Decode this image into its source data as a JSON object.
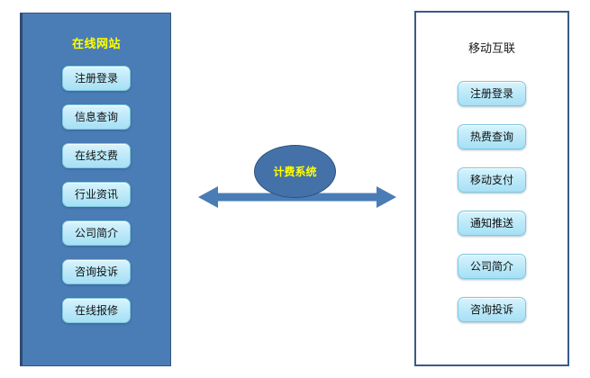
{
  "diagram": {
    "left_panel": {
      "title": "在线网站",
      "title_color": "#FFFF00",
      "fill_color": "#4A7CB5",
      "border_color": "#33557E",
      "items": [
        {
          "label": "注册登录"
        },
        {
          "label": "信息查询"
        },
        {
          "label": "在线交费"
        },
        {
          "label": "行业资讯"
        },
        {
          "label": "公司简介"
        },
        {
          "label": "咨询投诉"
        },
        {
          "label": "在线报修"
        }
      ]
    },
    "right_panel": {
      "title": "移动互联",
      "title_color": "#1A1A1A",
      "fill_color": "#FFFFFF",
      "border_color": "#3B5A87",
      "items": [
        {
          "label": "注册登录"
        },
        {
          "label": "热费查询"
        },
        {
          "label": "移动支付"
        },
        {
          "label": "通知推送"
        },
        {
          "label": "公司简介"
        },
        {
          "label": "咨询投诉"
        }
      ]
    },
    "center_hub": {
      "label": "计费系统",
      "label_color": "#FFFF00",
      "fill_color": "#4472A8",
      "border_color": "#2B507D",
      "shape": "ellipse"
    },
    "connector": {
      "name": "double-headed-arrow",
      "color": "#4A7CB5",
      "direction": "bidirectional"
    },
    "button_style": {
      "fill_top": "#D8F4FD",
      "fill_bottom": "#A6E0F5",
      "border_color": "#7FC8E0"
    }
  }
}
